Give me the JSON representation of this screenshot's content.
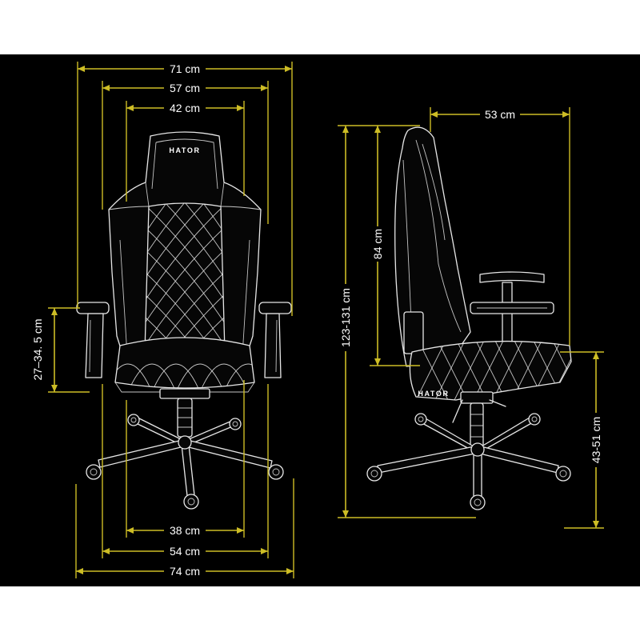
{
  "front_view": {
    "logo": "HATOR",
    "dimensions": {
      "top_1": "71 cm",
      "top_2": "57 cm",
      "top_3": "42 cm",
      "left_1": "27–34. 5 cm",
      "bottom_1": "38 cm",
      "bottom_2": "54 cm",
      "bottom_3": "74 cm"
    }
  },
  "side_view": {
    "logo": "HATOR",
    "dimensions": {
      "top_1": "53 cm",
      "left_1": "84 cm",
      "left_2": "123-131 cm",
      "right_1": "43-51 cm"
    }
  },
  "colors": {
    "background": "#000000",
    "dimension_lines": "#cdbd25",
    "outline": "#e6e6e6",
    "text": "#ffffff"
  }
}
